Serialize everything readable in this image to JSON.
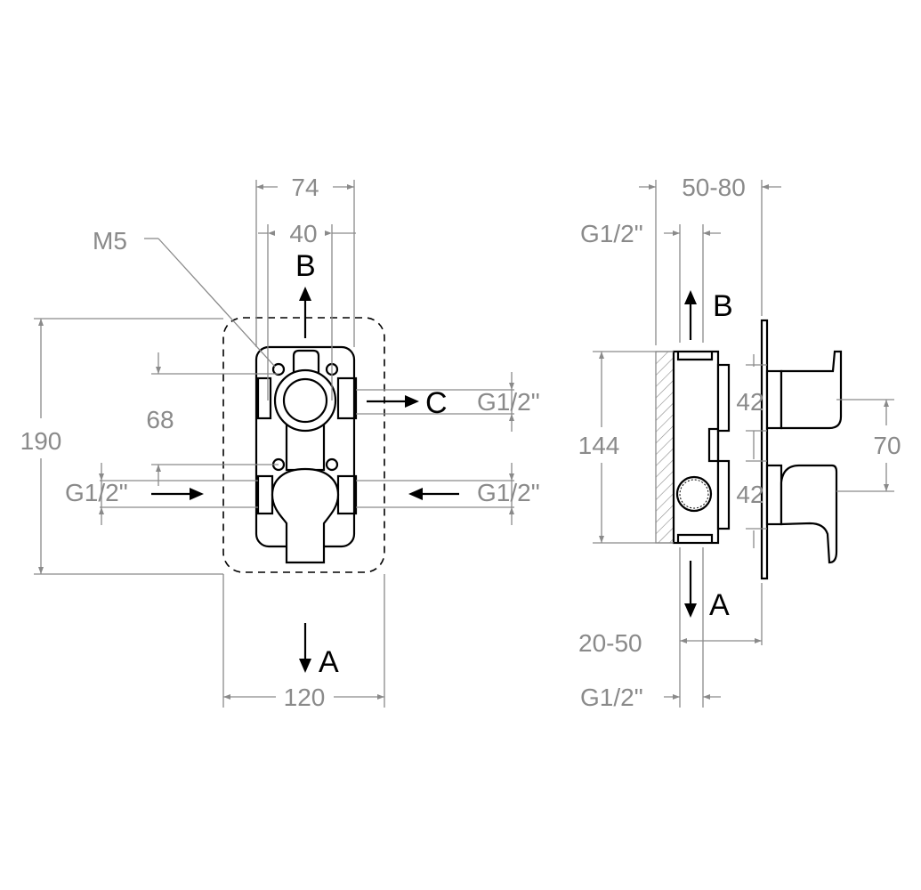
{
  "front_view": {
    "dims": {
      "width_outer": "74",
      "width_inner": "40",
      "height_total": "190",
      "height_mid": "68",
      "width_total": "120"
    },
    "thread_labels": {
      "mount_screw": "M5",
      "port_c": "G1/2\"",
      "inlet_left": "G1/2\"",
      "inlet_right": "G1/2\""
    },
    "ports": {
      "top": "B",
      "right": "C",
      "bottom": "A"
    }
  },
  "side_view": {
    "dims": {
      "depth_range": "50-80",
      "height_body": "144",
      "knob_upper": "42",
      "knob_lower": "42",
      "spacing": "70",
      "depth_min": "20-50"
    },
    "thread_labels": {
      "top": "G1/2\"",
      "bottom": "G1/2\""
    },
    "ports": {
      "top": "B",
      "bottom": "A"
    }
  }
}
